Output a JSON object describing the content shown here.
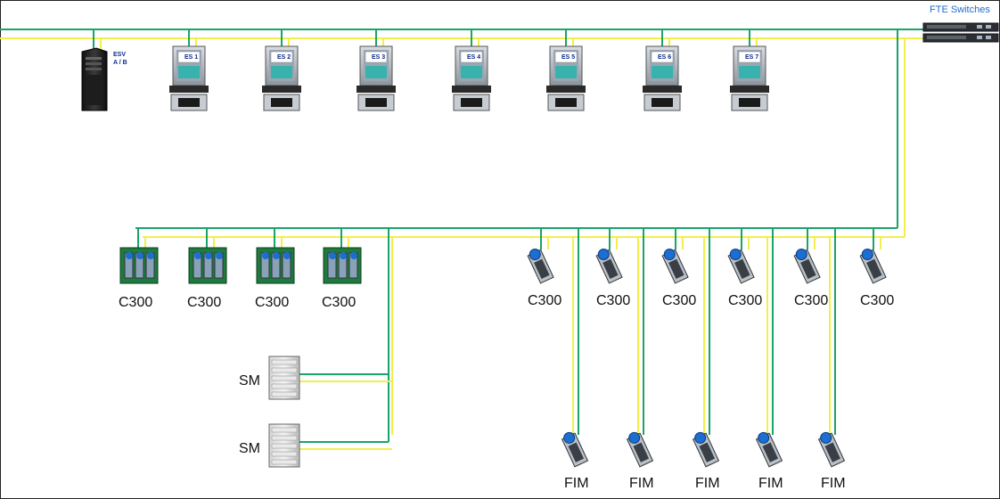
{
  "colors": {
    "cable_yellow": "#f2ef4a",
    "cable_green": "#1aa36a",
    "title_blue": "#1f6ec8"
  },
  "switches": {
    "label": "FTE Switches"
  },
  "esv": {
    "label_line1": "ESV",
    "label_line2": "A / B"
  },
  "stations": [
    "ES 1",
    "ES 2",
    "ES 3",
    "ES 4",
    "ES 5",
    "ES 6",
    "ES 7"
  ],
  "rack_controllers": [
    "C300",
    "C300",
    "C300",
    "C300"
  ],
  "compact_controllers": [
    "C300",
    "C300",
    "C300",
    "C300",
    "C300",
    "C300"
  ],
  "safety_managers": [
    "SM",
    "SM"
  ],
  "fims": [
    "FIM",
    "FIM",
    "FIM",
    "FIM",
    "FIM"
  ]
}
